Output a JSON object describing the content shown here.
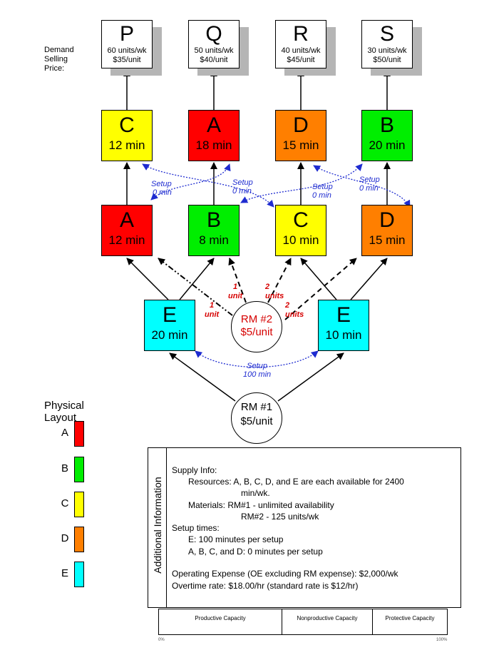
{
  "demand_label": [
    "Demand",
    "Selling",
    "Price:"
  ],
  "products": [
    {
      "name": "P",
      "demand": "60 units/wk",
      "price": "$35/unit"
    },
    {
      "name": "Q",
      "demand": "50 units/wk",
      "price": "$40/unit"
    },
    {
      "name": "R",
      "demand": "40 units/wk",
      "price": "$45/unit"
    },
    {
      "name": "S",
      "demand": "30 units/wk",
      "price": "$50/unit"
    }
  ],
  "top_row": [
    {
      "name": "C",
      "time": "12 min",
      "color": "#ffff00"
    },
    {
      "name": "A",
      "time": "18 min",
      "color": "#ff0000"
    },
    {
      "name": "D",
      "time": "15 min",
      "color": "#ff7f00"
    },
    {
      "name": "B",
      "time": "20 min",
      "color": "#00ee00"
    }
  ],
  "mid_row": [
    {
      "name": "A",
      "time": "12 min",
      "color": "#ff0000"
    },
    {
      "name": "B",
      "time": "8 min",
      "color": "#00ee00"
    },
    {
      "name": "C",
      "time": "10 min",
      "color": "#ffff00"
    },
    {
      "name": "D",
      "time": "15 min",
      "color": "#ff7f00"
    }
  ],
  "e_row": [
    {
      "name": "E",
      "time": "20 min",
      "color": "#00ffff"
    },
    {
      "name": "E",
      "time": "10 min",
      "color": "#00ffff"
    }
  ],
  "rm2": {
    "name": "RM #2",
    "price": "$5/unit"
  },
  "rm1": {
    "name": "RM #1",
    "price": "$5/unit"
  },
  "setup_labels": [
    {
      "line1": "Setup",
      "line2": "0 min"
    },
    {
      "line1": "Setup",
      "line2": "0 min"
    },
    {
      "line1": "Setup",
      "line2": "0 min"
    },
    {
      "line1": "Setup",
      "line2": "0 min"
    },
    {
      "line1": "Setup",
      "line2": "100 min"
    }
  ],
  "rm2_labels": [
    {
      "line1": "1",
      "line2": "unit"
    },
    {
      "line1": "1",
      "line2": "unit"
    },
    {
      "line1": "2",
      "line2": "units"
    },
    {
      "line1": "2",
      "line2": "units"
    }
  ],
  "legend": {
    "title_1": "Physical",
    "title_2": "Layout",
    "items": [
      {
        "letter": "A",
        "color": "#ff0000"
      },
      {
        "letter": "B",
        "color": "#00ee00"
      },
      {
        "letter": "C",
        "color": "#ffff00"
      },
      {
        "letter": "D",
        "color": "#ff7f00"
      },
      {
        "letter": "E",
        "color": "#00ffff"
      }
    ]
  },
  "info": {
    "side_title": "Additional Information",
    "lines": [
      "Supply Info:",
      "Resources:  A, B, C, D, and E are each available for 2400",
      "min/wk.",
      "Materials:    RM#1 - unlimited availability",
      "RM#2 - 125 units/wk",
      "Setup times:",
      "E:   100 minutes per setup",
      "A, B, C, and D:         0 minutes per setup",
      "Operating Expense (OE excluding RM expense):  $2,000/wk",
      "Overtime rate:   $18.00/hr (standard rate is $12/hr)"
    ]
  },
  "capacity": {
    "labels": [
      "Productive Capacity",
      "Nonproductive Capacity",
      "Protective Capacity"
    ],
    "start": "0%",
    "end": "100%"
  }
}
